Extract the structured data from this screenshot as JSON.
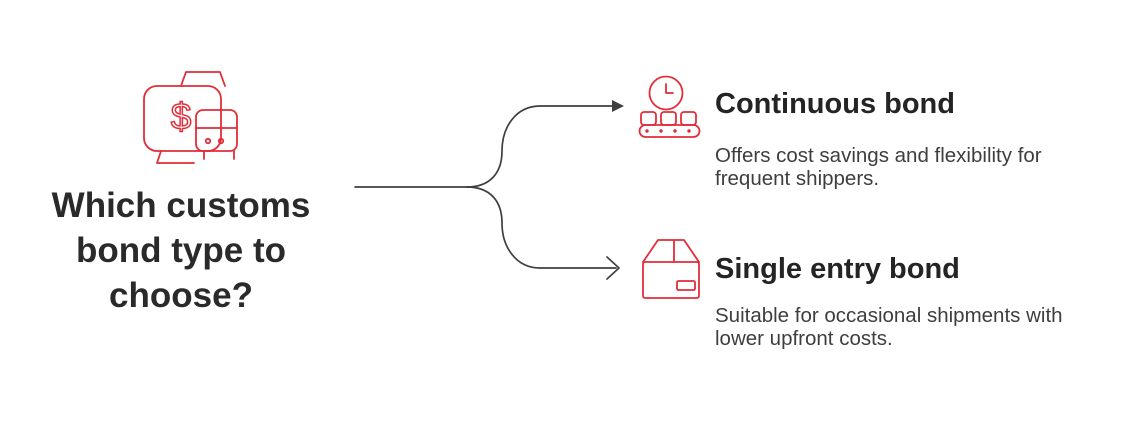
{
  "root": {
    "title": "Which customs bond type to choose?",
    "icon": "money-bag-with-cart-icon",
    "dollar_glyph": "$"
  },
  "options": [
    {
      "title": "Continuous bond",
      "description": "Offers cost savings and flexibility for frequent shippers.",
      "icon": "conveyor-belt-clock-icon"
    },
    {
      "title": "Single entry bond",
      "description": "Suitable for occasional shipments with lower upfront costs.",
      "icon": "package-box-icon"
    }
  ],
  "colors": {
    "accent_red": "#e22d39",
    "title_text": "#2a2a2a",
    "heading_text": "#242424",
    "body_text": "#3e3e3e",
    "arrow": "#3f3f3f",
    "background": "#ffffff"
  }
}
